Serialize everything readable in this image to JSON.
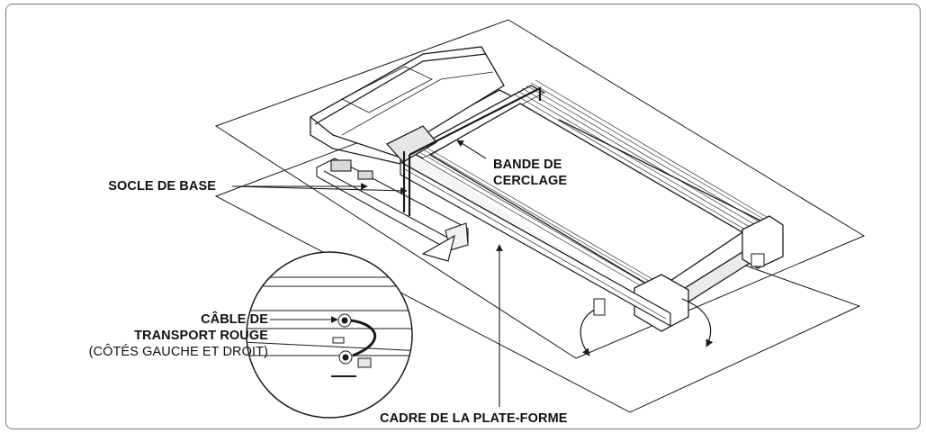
{
  "labels": {
    "socle_de_base": "SOCLE DE BASE",
    "bande_line1": "BANDE DE",
    "bande_line2": "CERCLAGE",
    "cable_line1": "CÂBLE DE",
    "cable_line2": "TRANSPORT ROUGE",
    "cable_note": "(CÔTÉS GAUCHE ET DROIT)",
    "cadre": "CADRE DE LA PLATE-FORME"
  },
  "colors": {
    "line": "#1a1a1a",
    "frame": "#7a7a7a",
    "fill": "#ffffff",
    "shade": "#d9d9d9"
  },
  "icons": [
    "treadmill-illustration",
    "zoom-circle-icon",
    "arrow-icon"
  ]
}
